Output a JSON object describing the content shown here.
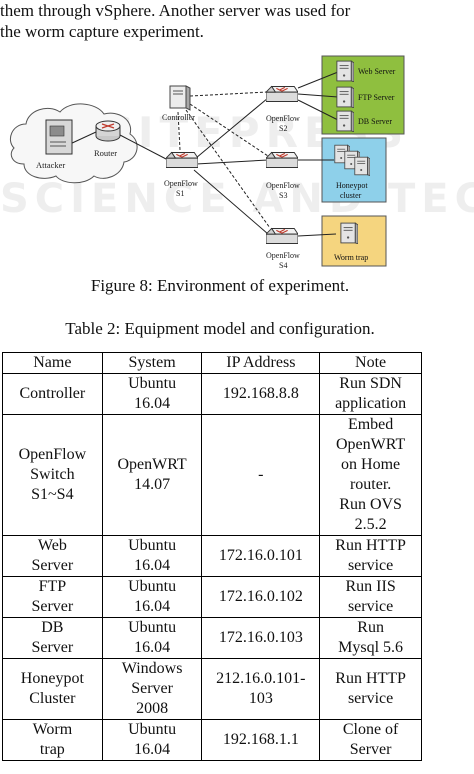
{
  "paragraph": {
    "line1": "them through vSphere. Another server was used for",
    "line2": "the worm capture experiment."
  },
  "figure": {
    "caption": "Figure 8: Environment of experiment.",
    "nodes": {
      "attacker": "Attacker",
      "router": "Router",
      "controller": "Controller",
      "s1_a": "OpenFlow",
      "s1_b": "S1",
      "s2_a": "OpenFlow",
      "s2_b": "S2",
      "s3_a": "OpenFlow",
      "s3_b": "S3",
      "s4_a": "OpenFlow",
      "s4_b": "S4",
      "web_server": "Web Server",
      "ftp_server": "FTP Server",
      "db_server": "DB Server",
      "honeypot_a": "Honeypot",
      "honeypot_b": "cluster",
      "worm_trap": "Worm trap"
    },
    "colors": {
      "server_group": "#8fbf3f",
      "honeypot_group": "#8ed0ea",
      "worm_group": "#f5d57f"
    }
  },
  "table": {
    "caption": "Table 2: Equipment model and configuration.",
    "headers": [
      "Name",
      "System",
      "IP Address",
      "Note"
    ],
    "rows": [
      {
        "name": [
          "Controller"
        ],
        "system": [
          "Ubuntu",
          "16.04"
        ],
        "ip": "192.168.8.8",
        "note": [
          "Run SDN",
          "application"
        ]
      },
      {
        "name": [
          "OpenFlow",
          "Switch",
          "S1~S4"
        ],
        "system": [
          "OpenWRT",
          "14.07"
        ],
        "ip": "-",
        "note": [
          "Embed",
          "OpenWRT",
          "on Home",
          "router.",
          "Run OVS",
          "2.5.2"
        ]
      },
      {
        "name": [
          "Web",
          "Server"
        ],
        "system": [
          "Ubuntu",
          "16.04"
        ],
        "ip": "172.16.0.101",
        "note": [
          "Run HTTP",
          "service"
        ]
      },
      {
        "name": [
          "FTP",
          "Server"
        ],
        "system": [
          "Ubuntu",
          "16.04"
        ],
        "ip": "172.16.0.102",
        "note": [
          "Run IIS",
          "service"
        ]
      },
      {
        "name": [
          "DB",
          "Server"
        ],
        "system": [
          "Ubuntu",
          "16.04"
        ],
        "ip": "172.16.0.103",
        "note": [
          "Run",
          "Mysql 5.6"
        ]
      },
      {
        "name": [
          "Honeypot",
          "Cluster"
        ],
        "system": [
          "Windows",
          "Server",
          "2008"
        ],
        "ip": "212.16.0.101-103",
        "note": [
          "Run HTTP",
          "service"
        ]
      },
      {
        "name": [
          "Worm",
          "trap"
        ],
        "system": [
          "Ubuntu",
          "16.04"
        ],
        "ip": "192.168.1.1",
        "note": [
          "Clone of",
          "Server"
        ]
      }
    ]
  },
  "watermark": {
    "line1": "SCITEPRESS",
    "line2": "SCIENCE AND TECHNOLOGY"
  }
}
